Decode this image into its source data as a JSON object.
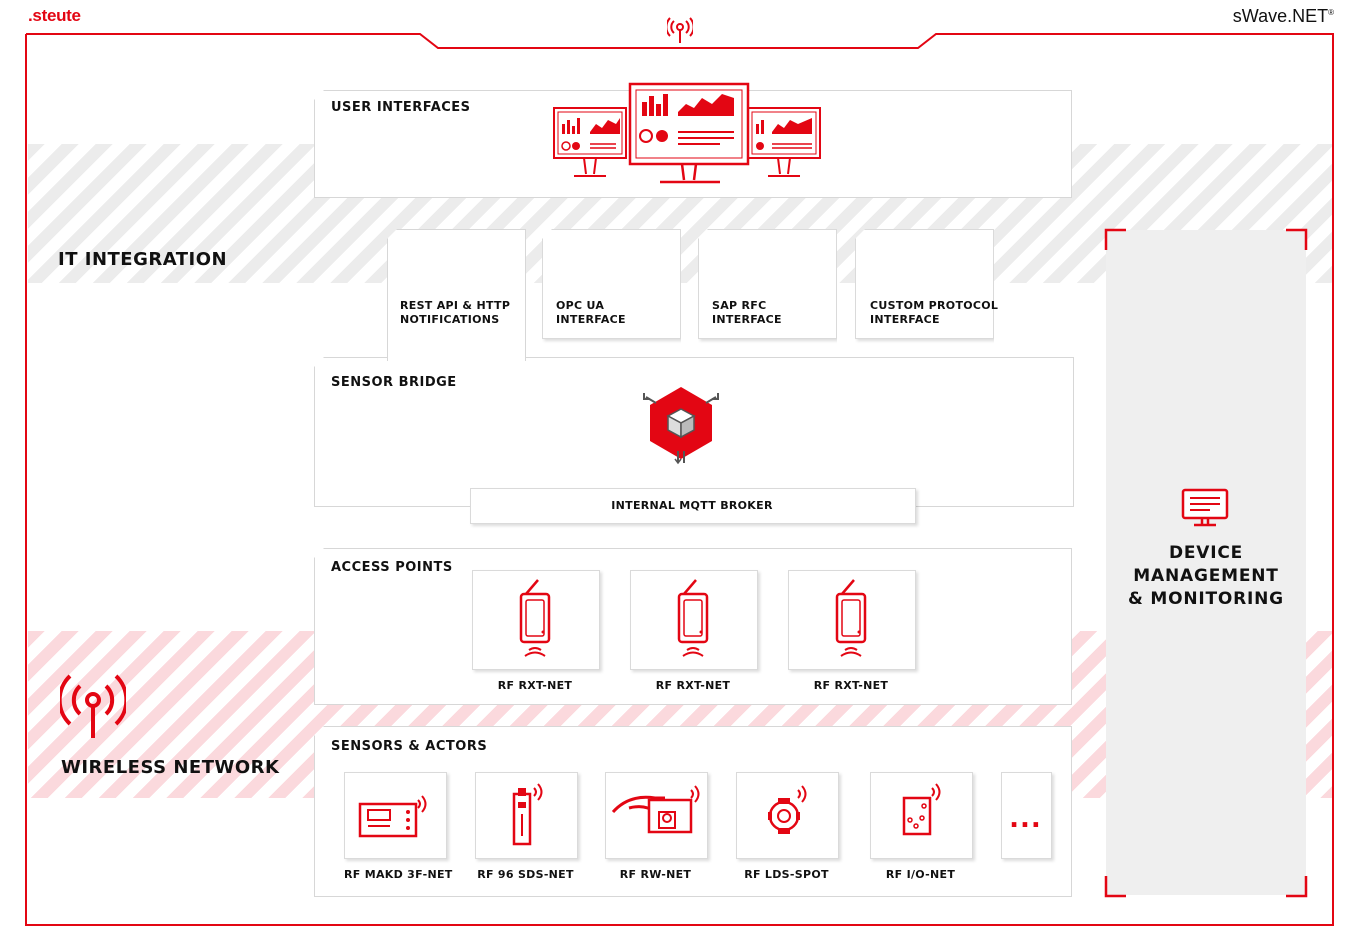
{
  "header": {
    "brand_left": ".steute",
    "brand_right": "sWave.NET",
    "brand_right_reg": "®"
  },
  "zones": {
    "it_integration": "IT INTEGRATION",
    "wireless_network": "WIRELESS NETWORK"
  },
  "user_interfaces": {
    "title": "USER INTERFACES"
  },
  "interfaces": [
    {
      "label": "REST API & HTTP\nNOTIFICATIONS"
    },
    {
      "label": "OPC UA\nINTERFACE"
    },
    {
      "label": "SAP RFC\nINTERFACE"
    },
    {
      "label": "CUSTOM PROTOCOL\nINTERFACE"
    }
  ],
  "sensor_bridge": {
    "title": "SENSOR BRIDGE",
    "broker_label": "INTERNAL MQTT BROKER"
  },
  "access_points": {
    "title": "ACCESS POINTS",
    "items": [
      {
        "label": "RF RXT-NET"
      },
      {
        "label": "RF RXT-NET"
      },
      {
        "label": "RF RXT-NET"
      }
    ]
  },
  "sensors": {
    "title": "SENSORS & ACTORS",
    "items": [
      {
        "label": "RF MAKD 3F-NET"
      },
      {
        "label": "RF 96 SDS-NET"
      },
      {
        "label": "RF RW-NET"
      },
      {
        "label": "RF LDS-SPOT"
      },
      {
        "label": "RF I/O-NET"
      }
    ],
    "more": "..."
  },
  "device_management": {
    "title": "DEVICE\nMANAGEMENT\n& MONITORING"
  },
  "colors": {
    "accent": "#e30613",
    "panel_border": "#d7d7d7",
    "grey_stripe": "#ececec",
    "red_stripe": "#fbd9dd"
  }
}
